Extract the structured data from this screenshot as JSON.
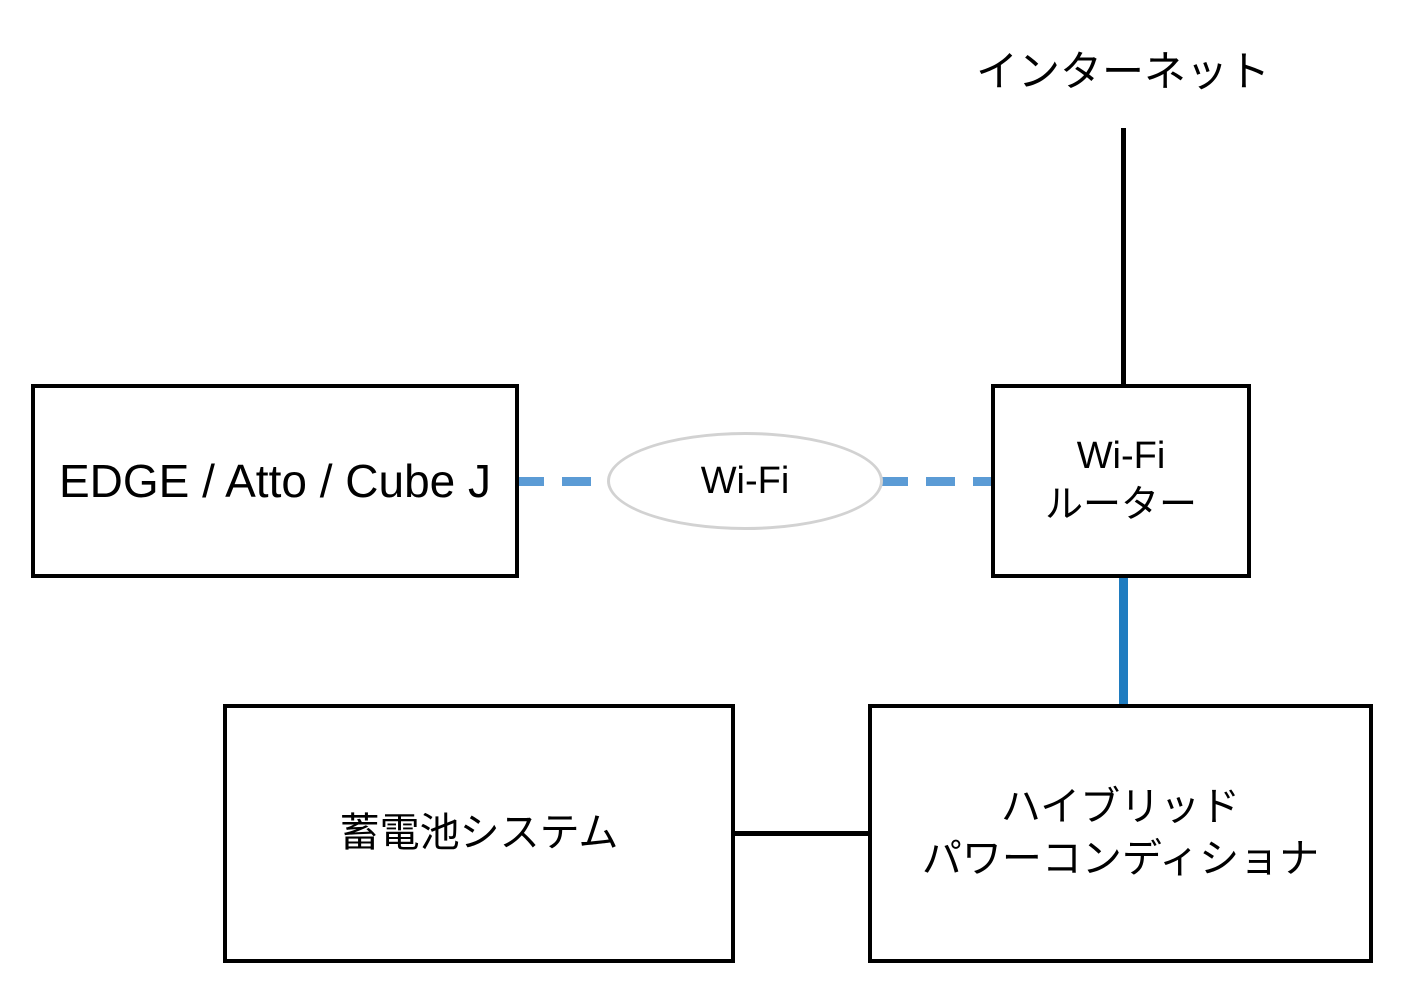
{
  "diagram": {
    "title_label": "インターネット",
    "nodes": {
      "edge_device": {
        "label": "EDGE / Atto / Cube J"
      },
      "wifi_router": {
        "line1": "Wi-Fi",
        "line2": "ルーター"
      },
      "wifi_cloud": {
        "label": "Wi-Fi"
      },
      "battery_system": {
        "label": "蓄電池システム"
      },
      "power_conditioner": {
        "line1": "ハイブリッド",
        "line2": "パワーコンディショナ"
      }
    },
    "connectors": {
      "internet_to_router": {
        "style": "solid",
        "color": "#000000"
      },
      "device_to_cloud": {
        "style": "dashed",
        "color": "#5b9bd5"
      },
      "cloud_to_router": {
        "style": "dashed",
        "color": "#5b9bd5"
      },
      "router_to_power_conditioner": {
        "style": "solid-thick",
        "color": "#1f7cc0"
      },
      "battery_to_power_conditioner": {
        "style": "solid",
        "color": "#000000"
      }
    },
    "colors": {
      "stroke_black": "#000000",
      "wifi_dash_blue": "#5b9bd5",
      "wired_blue": "#1f7cc0",
      "cloud_border_gray": "#d2d2d2",
      "background": "#ffffff"
    }
  }
}
